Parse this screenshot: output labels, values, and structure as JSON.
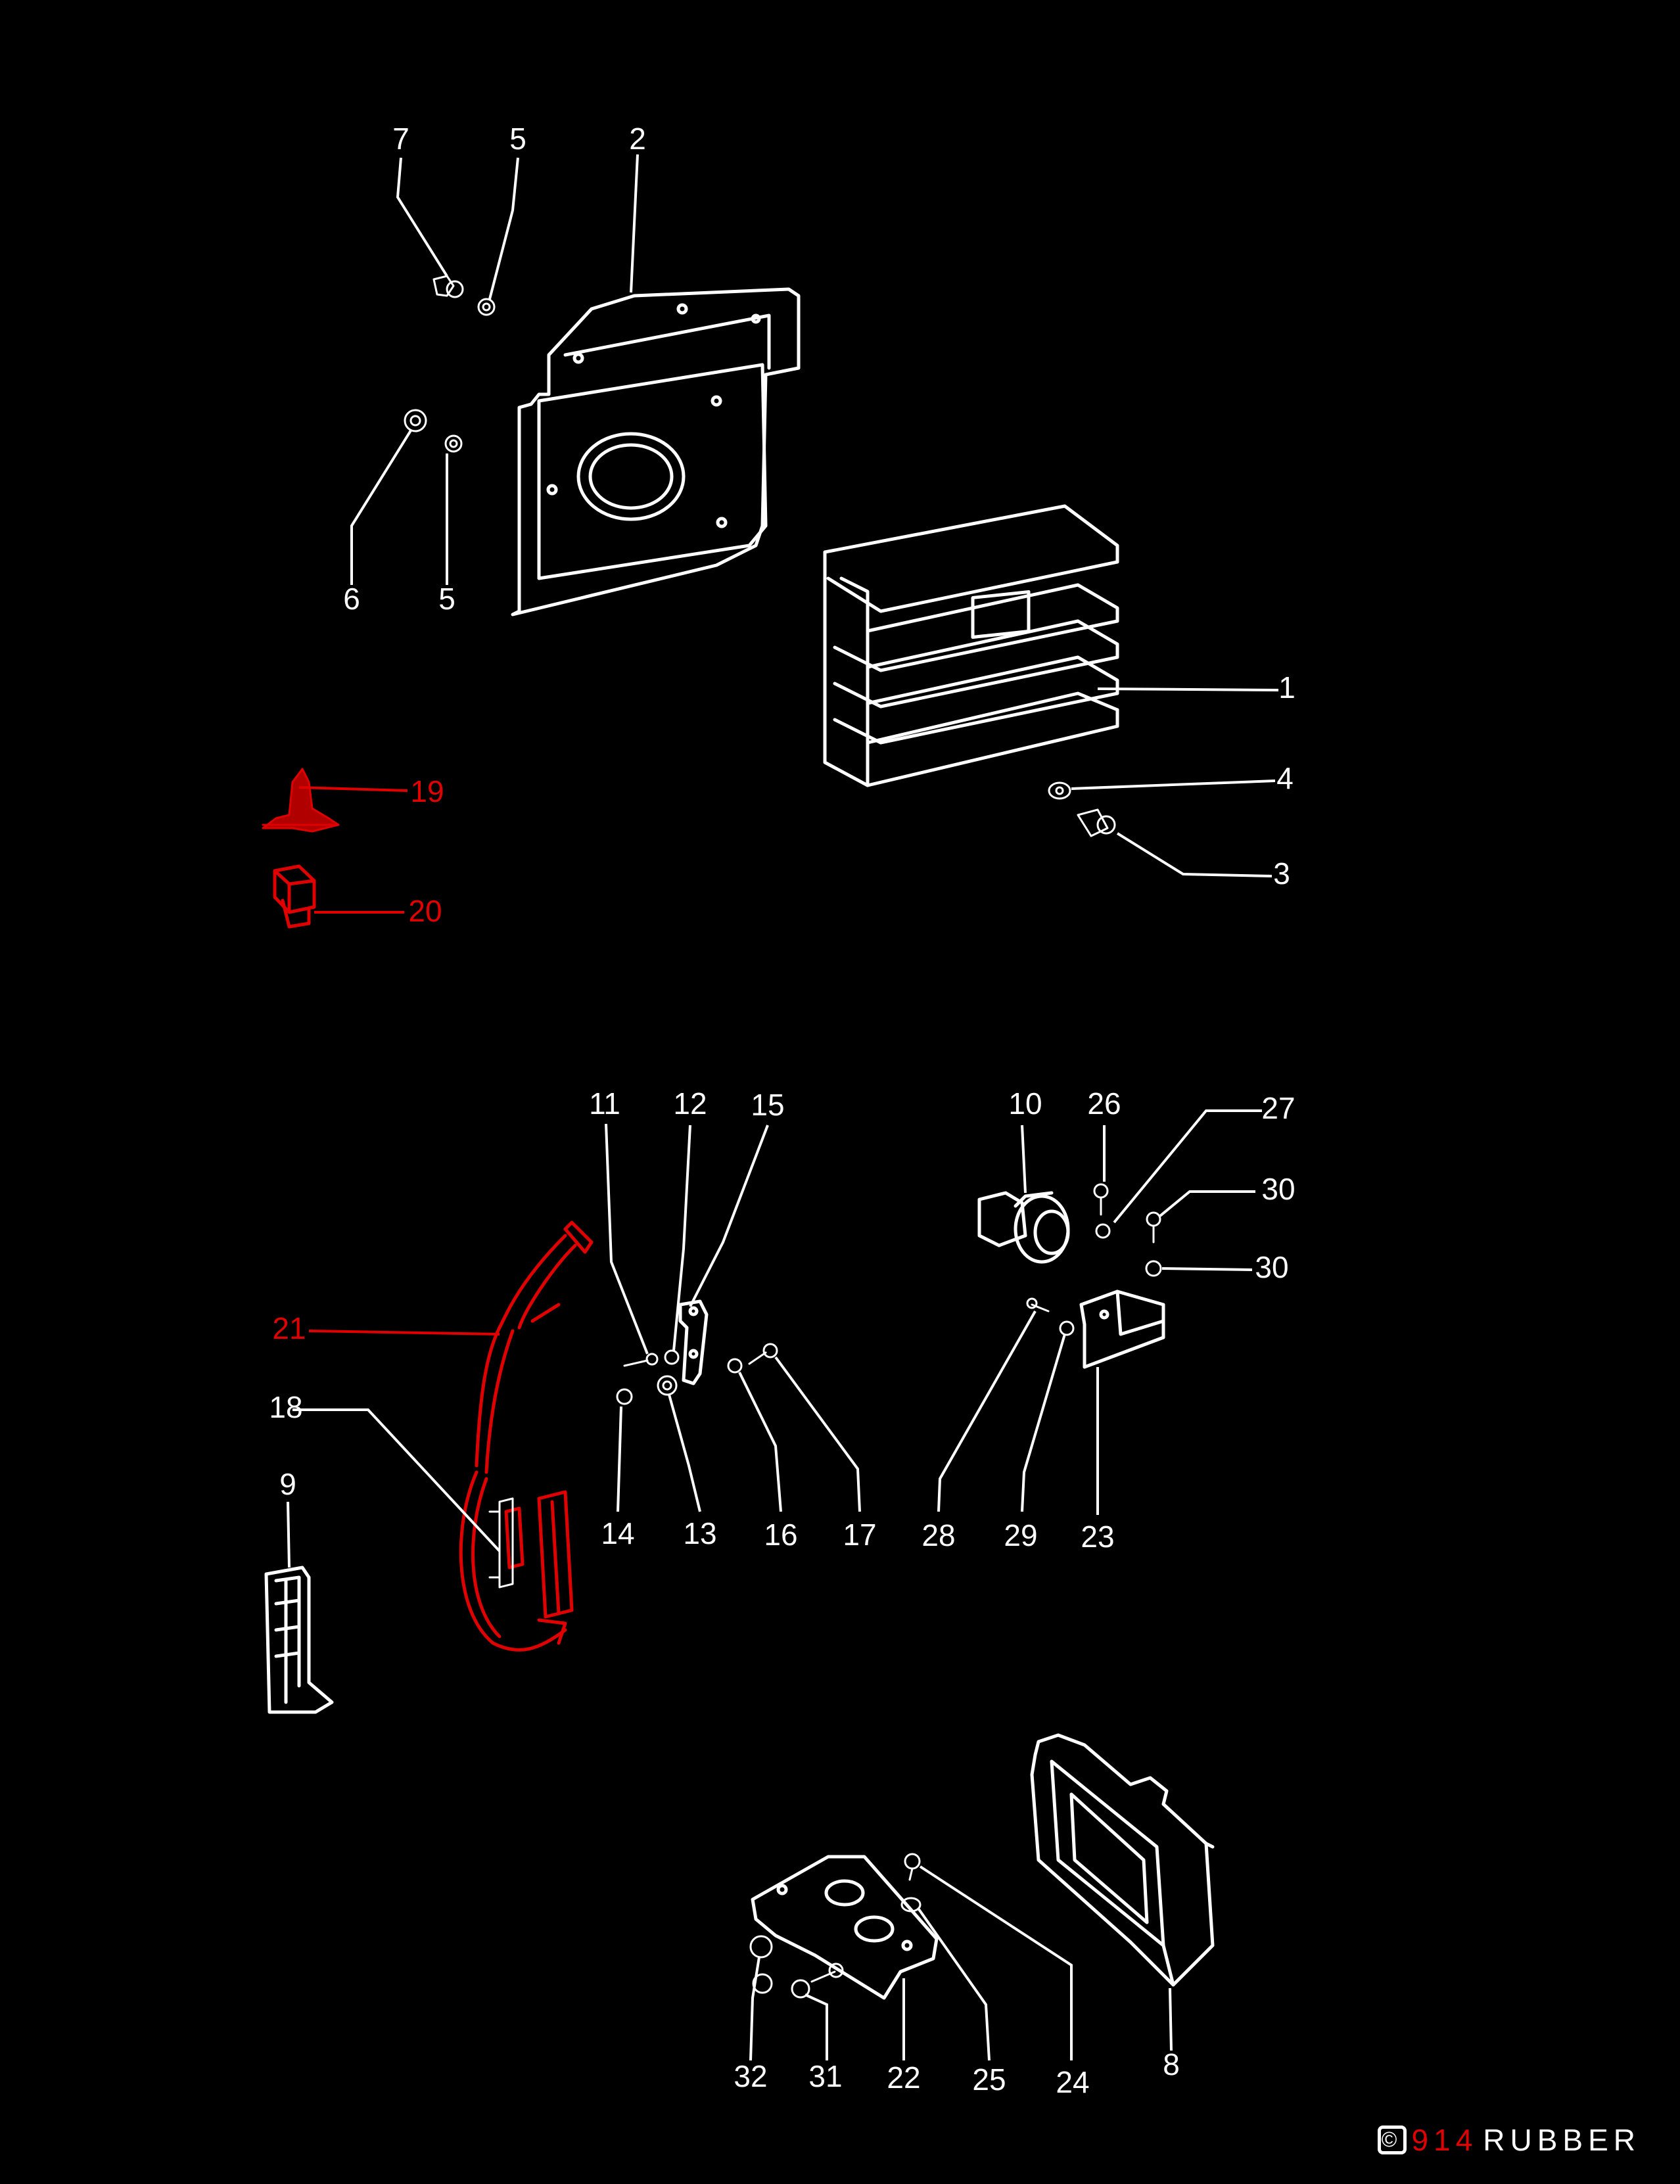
{
  "colors": {
    "background": "#000000",
    "line": "#ffffff",
    "highlight": "#e00000"
  },
  "watermark": {
    "symbol": "©",
    "number": "914",
    "brand": "RUBBER"
  },
  "callouts": [
    {
      "id": "1",
      "label": "1",
      "color": "#ffffff"
    },
    {
      "id": "2",
      "label": "2",
      "color": "#ffffff"
    },
    {
      "id": "3",
      "label": "3",
      "color": "#ffffff"
    },
    {
      "id": "4",
      "label": "4",
      "color": "#ffffff"
    },
    {
      "id": "5a",
      "label": "5",
      "color": "#ffffff"
    },
    {
      "id": "5b",
      "label": "5",
      "color": "#ffffff"
    },
    {
      "id": "6",
      "label": "6",
      "color": "#ffffff"
    },
    {
      "id": "7",
      "label": "7",
      "color": "#ffffff"
    },
    {
      "id": "8",
      "label": "8",
      "color": "#ffffff"
    },
    {
      "id": "9",
      "label": "9",
      "color": "#ffffff"
    },
    {
      "id": "10",
      "label": "10",
      "color": "#ffffff"
    },
    {
      "id": "11",
      "label": "11",
      "color": "#ffffff"
    },
    {
      "id": "12",
      "label": "12",
      "color": "#ffffff"
    },
    {
      "id": "13",
      "label": "13",
      "color": "#ffffff"
    },
    {
      "id": "14",
      "label": "14",
      "color": "#ffffff"
    },
    {
      "id": "15",
      "label": "15",
      "color": "#ffffff"
    },
    {
      "id": "16",
      "label": "16",
      "color": "#ffffff"
    },
    {
      "id": "17",
      "label": "17",
      "color": "#ffffff"
    },
    {
      "id": "18",
      "label": "18",
      "color": "#ffffff"
    },
    {
      "id": "19",
      "label": "19",
      "color": "#e00000"
    },
    {
      "id": "20",
      "label": "20",
      "color": "#e00000"
    },
    {
      "id": "21",
      "label": "21",
      "color": "#e00000"
    },
    {
      "id": "22",
      "label": "22",
      "color": "#ffffff"
    },
    {
      "id": "23",
      "label": "23",
      "color": "#ffffff"
    },
    {
      "id": "24",
      "label": "24",
      "color": "#ffffff"
    },
    {
      "id": "25",
      "label": "25",
      "color": "#ffffff"
    },
    {
      "id": "26",
      "label": "26",
      "color": "#ffffff"
    },
    {
      "id": "27",
      "label": "27",
      "color": "#ffffff"
    },
    {
      "id": "28",
      "label": "28",
      "color": "#ffffff"
    },
    {
      "id": "29",
      "label": "29",
      "color": "#ffffff"
    },
    {
      "id": "30a",
      "label": "30",
      "color": "#ffffff"
    },
    {
      "id": "30b",
      "label": "30",
      "color": "#ffffff"
    },
    {
      "id": "31",
      "label": "31",
      "color": "#ffffff"
    },
    {
      "id": "32",
      "label": "32",
      "color": "#ffffff"
    }
  ]
}
